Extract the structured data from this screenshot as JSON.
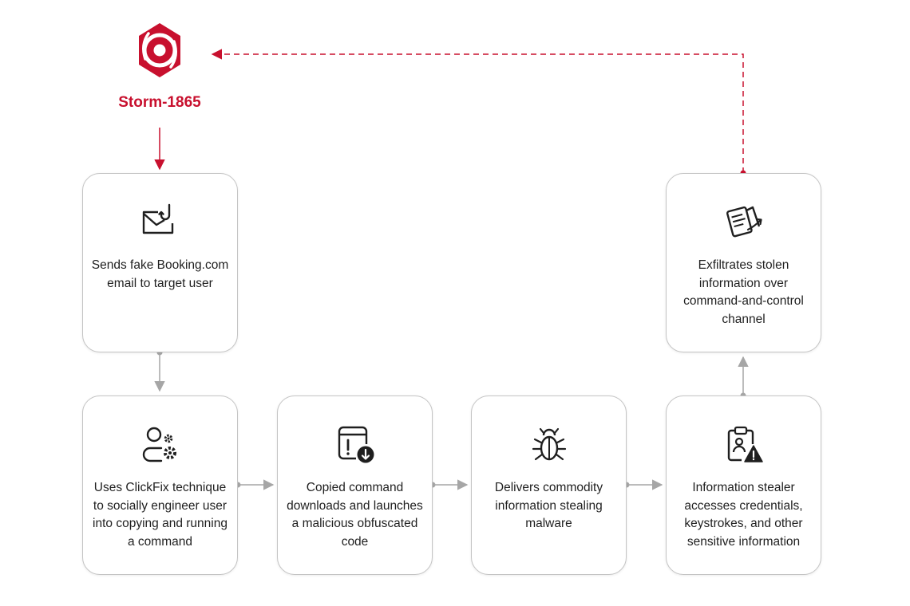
{
  "actor": {
    "name": "Storm-1865"
  },
  "colors": {
    "accent": "#c8102e",
    "connector": "#a6a6a6",
    "icon_stroke": "#1f1f1f"
  },
  "steps": [
    {
      "text": "Sends fake Booking.com email to target user",
      "icon": "email-phishing-hook-icon"
    },
    {
      "text": "Uses ClickFix technique to socially engineer user into copying and running a command",
      "icon": "user-gear-icon"
    },
    {
      "text": "Copied command downloads and launches a malicious obfuscated code",
      "icon": "window-download-icon"
    },
    {
      "text": "Delivers commodity information stealing malware",
      "icon": "bug-icon"
    },
    {
      "text": "Information stealer accesses credentials, keystrokes, and other sensitive information",
      "icon": "clipboard-warning-icon"
    },
    {
      "text": "Exfiltrates stolen information over command-and-control channel",
      "icon": "documents-exfiltration-icon"
    }
  ]
}
